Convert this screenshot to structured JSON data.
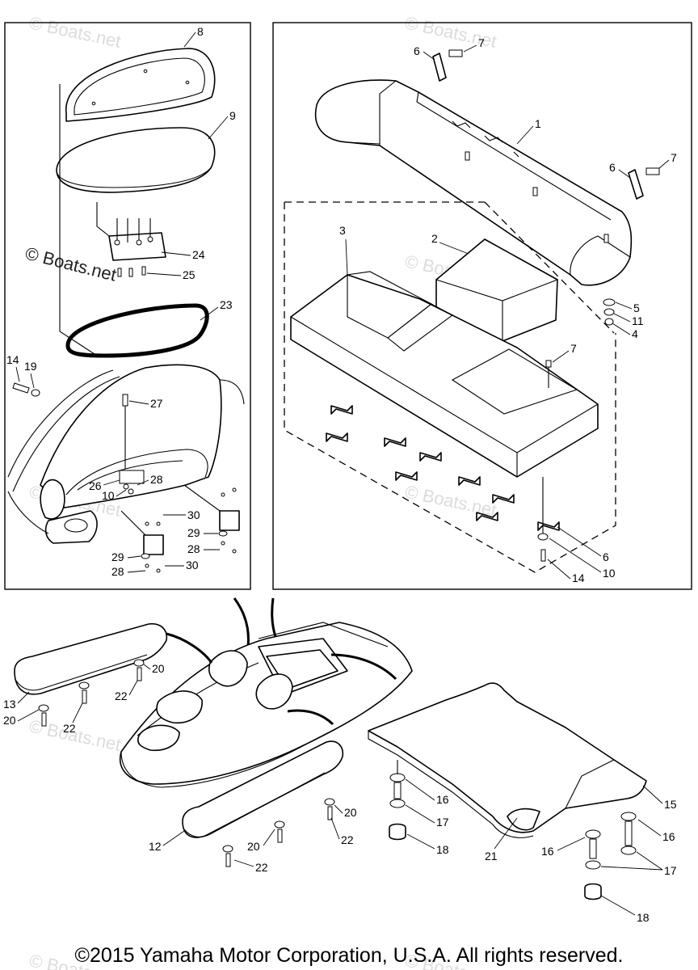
{
  "watermark": {
    "main": "© Boats.net",
    "faint": "© Boats.net"
  },
  "callouts": {
    "top_left": [
      "8",
      "9",
      "24",
      "25",
      "23",
      "14",
      "19",
      "27",
      "26",
      "28",
      "10",
      "30",
      "29",
      "28",
      "29",
      "28",
      "30"
    ],
    "top_right": [
      "6",
      "7",
      "1",
      "6",
      "7",
      "3",
      "2",
      "5",
      "11",
      "4",
      "7",
      "6",
      "10",
      "14"
    ],
    "bottom": [
      "20",
      "22",
      "13",
      "20",
      "22",
      "12",
      "20",
      "22",
      "20",
      "22",
      "16",
      "17",
      "18",
      "21",
      "15",
      "16",
      "16",
      "17",
      "18"
    ]
  },
  "footer": {
    "copyright": "©2015 Yamaha Motor Corporation, U.S.A. All rights reserved."
  }
}
